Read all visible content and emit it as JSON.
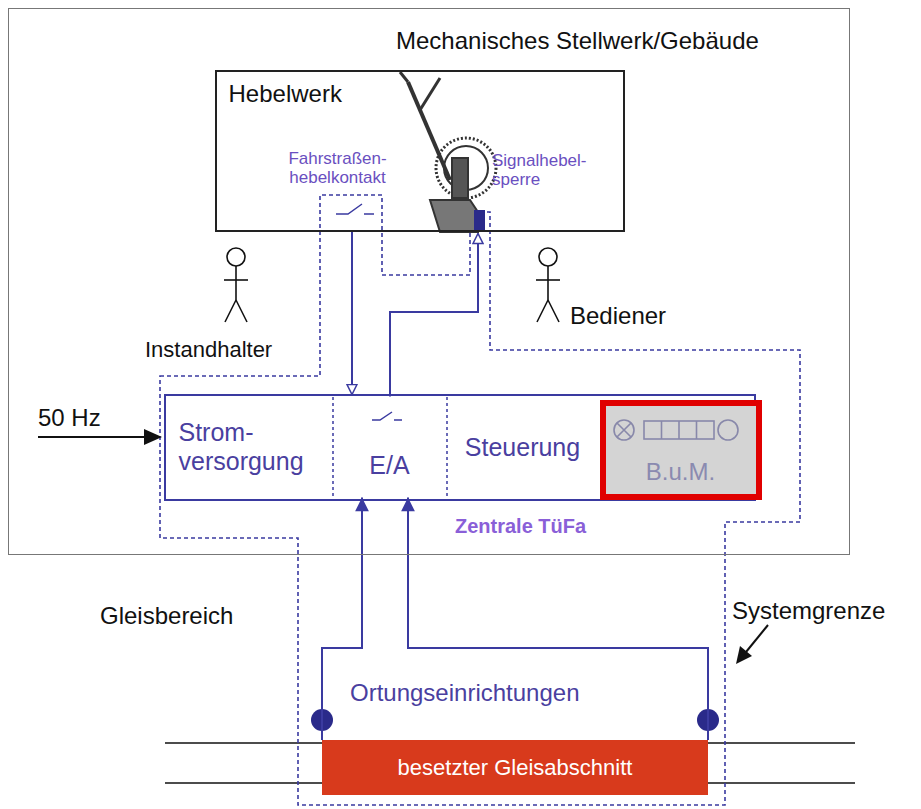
{
  "diagram": {
    "nodes": [
      {
        "text": [
          "Mechanisches Stellwerk/Gebäude"
        ]
      },
      {
        "text": [
          "Hebelwerk"
        ],
        "in": 0
      },
      {
        "text": [
          "Strom- versorgung"
        ],
        "in": 0
      },
      {
        "text": [
          "E/A"
        ],
        "in": 0
      },
      {
        "text": [
          "Steuerung"
        ],
        "in": 0
      },
      {
        "text": [
          "B.u.M."
        ],
        "in": 0
      },
      {
        "text": [
          "besetzter Gleisabschnitt"
        ]
      }
    ],
    "edges": [
      {
        "from": 1,
        "to": 3,
        "arrow": "to"
      },
      {
        "from": 3,
        "to": 1,
        "arrow": "to"
      },
      {
        "from": 6,
        "to": 3,
        "arrow": "to"
      },
      {
        "from": 6,
        "to": 3,
        "arrow": "to"
      }
    ],
    "labels": [
      "Fahrstraßen- hebelkontakt",
      "Signalhebel- sperre",
      "Instandhalter",
      "Bediener",
      "50 Hz",
      "Zentrale TüFa",
      "Gleisbereich",
      "Systemgrenze",
      "Ortungseinrichtungen"
    ]
  }
}
